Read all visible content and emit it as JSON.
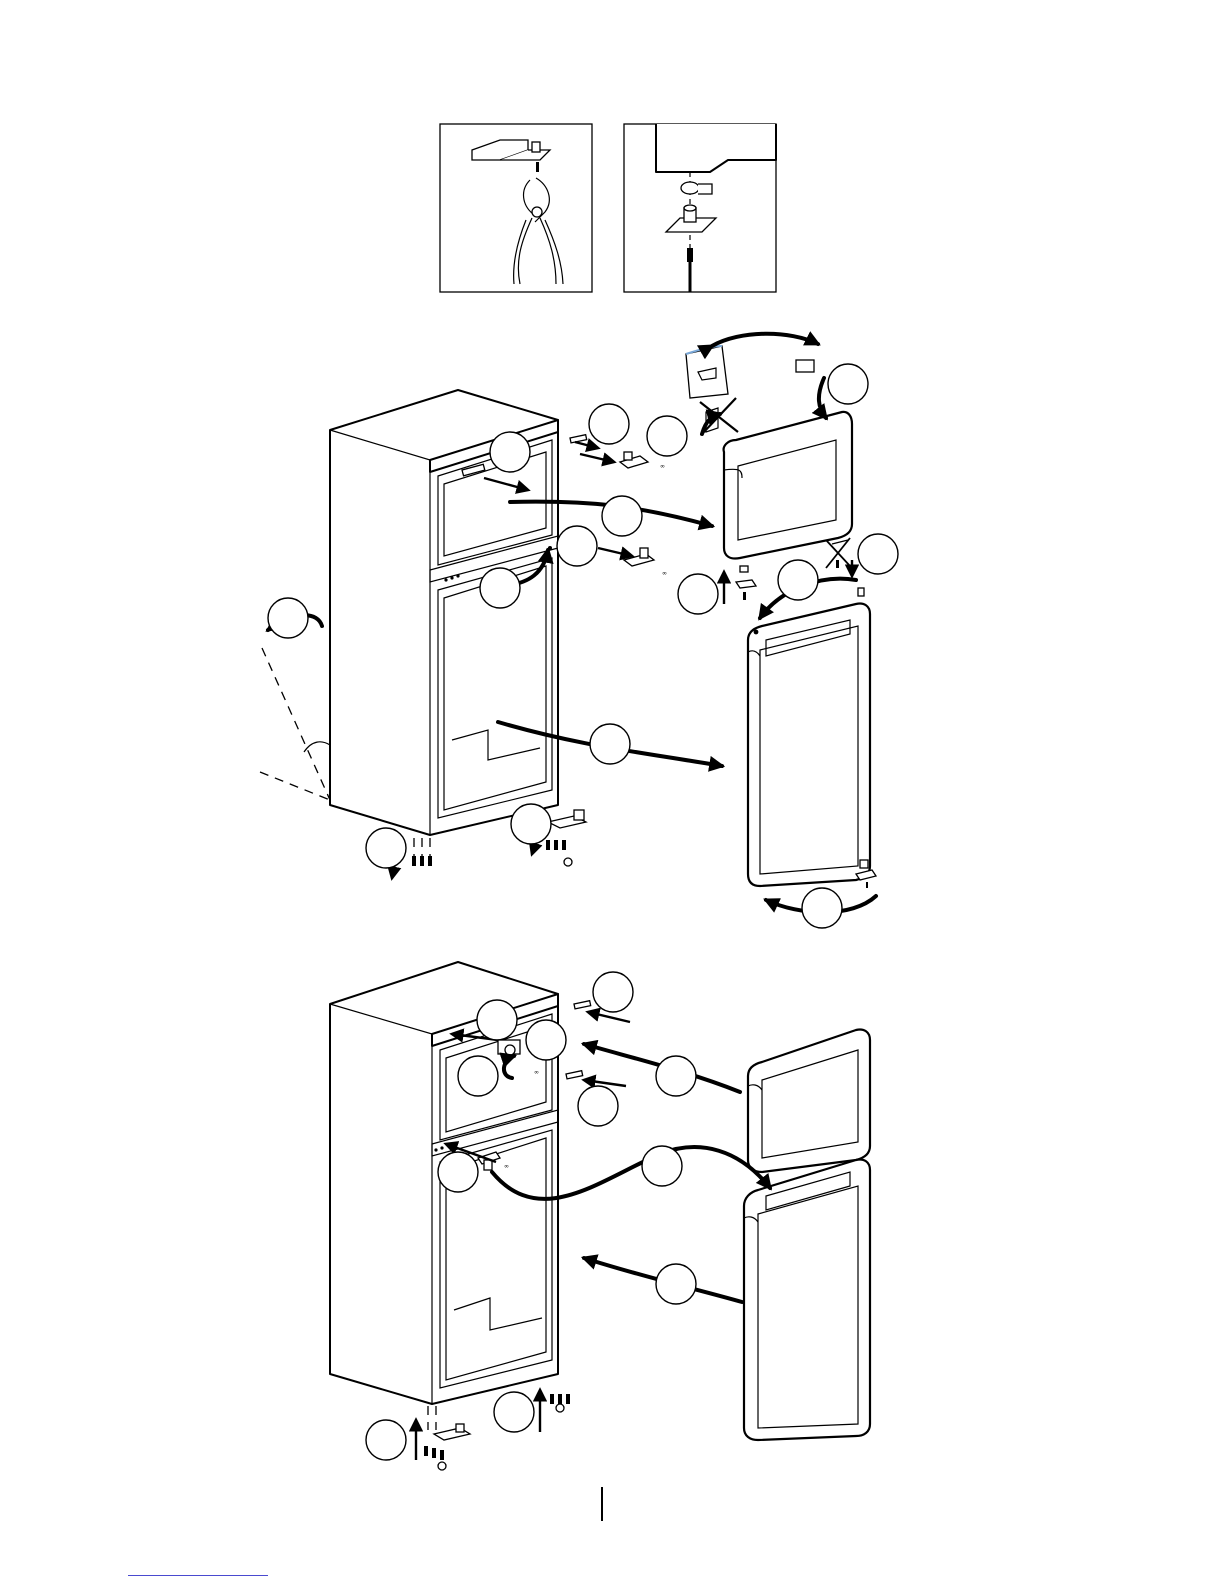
{
  "figure": {
    "description_text": "",
    "panels": [
      {
        "id": "inset-hinge-pliers",
        "label": ""
      },
      {
        "id": "inset-door-pin",
        "label": ""
      },
      {
        "id": "step-removal",
        "label": ""
      },
      {
        "id": "step-reinstall",
        "label": ""
      }
    ],
    "callouts_upper": [
      "",
      "",
      "",
      "",
      "",
      "",
      "",
      "",
      "",
      "",
      "",
      "",
      "",
      "",
      ""
    ],
    "callouts_lower": [
      "",
      "",
      "",
      "",
      "",
      "",
      "",
      "",
      "",
      ""
    ],
    "part_marks": [
      "∞",
      "∞",
      "∞",
      "∞",
      "∞",
      "∞"
    ]
  },
  "footer": {
    "link_text": "",
    "page_marker": ""
  }
}
